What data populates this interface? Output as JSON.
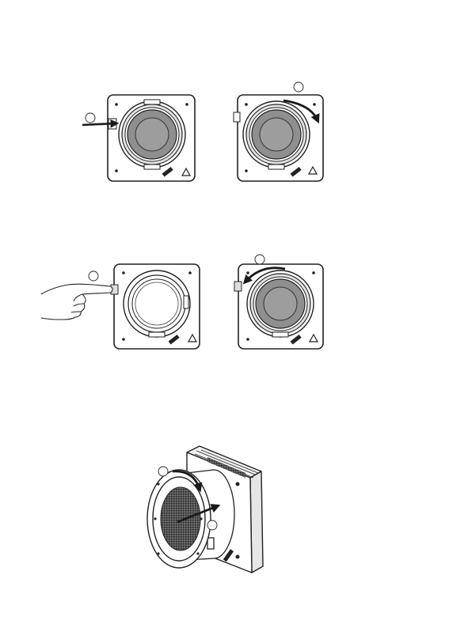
{
  "colors": {
    "line": "#222222",
    "lens_fill": "#8a8a8a",
    "lens_inner": "#9c9c9c",
    "ring_fill": "#d9d9d9",
    "arrow": "#1a1a1a",
    "background": "#ffffff"
  },
  "steps": [
    {
      "id": "step-1-left",
      "label": "",
      "arrow": "push-in",
      "lens": "mounted"
    },
    {
      "id": "step-1-right",
      "label": "",
      "arrow": "rotate-clockwise",
      "lens": "mounted"
    },
    {
      "id": "step-2-left",
      "label": "",
      "arrow": "finger-press",
      "lens": "empty-mount"
    },
    {
      "id": "step-2-right",
      "label": "",
      "arrow": "rotate-counterclockwise",
      "lens": "mounted"
    },
    {
      "id": "step-3",
      "label": "",
      "arrow": "rotate-and-insert",
      "lens": "perspective"
    }
  ],
  "icons": [
    "warning-triangle-icon",
    "hand-icon",
    "curved-arrow-icon",
    "straight-arrow-icon"
  ]
}
